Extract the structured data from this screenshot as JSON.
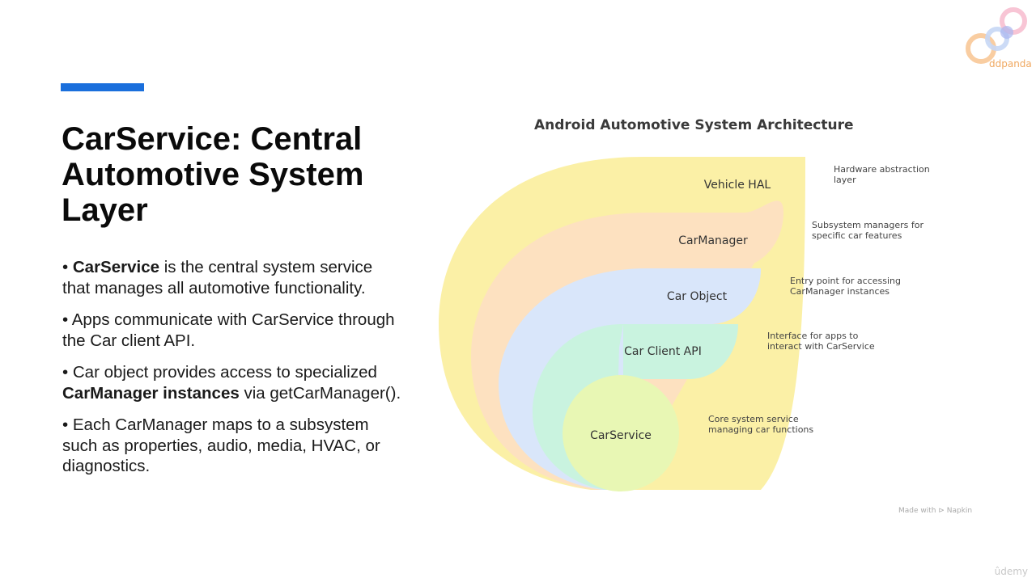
{
  "slide": {
    "title": "CarService: Central Automotive System Layer",
    "bullets": [
      {
        "prefix": "• ",
        "bold": "CarService",
        "rest": " is the central system service that manages all automotive functionality."
      },
      {
        "prefix": "• ",
        "text": "Apps communicate with CarService through the Car client API."
      },
      {
        "prefix": "• ",
        "before": "Car object provides access to specialized ",
        "bold": "CarManager instances",
        "after": " via getCarManager()."
      },
      {
        "prefix": "• ",
        "text": "Each CarManager maps to a subsystem such as properties, audio, media, HVAC, or diagnostics."
      }
    ]
  },
  "diagram": {
    "title": "Android Automotive System Architecture",
    "layers": [
      {
        "label": "Vehicle HAL",
        "desc": [
          "Hardware abstraction",
          "layer"
        ],
        "color": "#fbf0a6"
      },
      {
        "label": "CarManager",
        "desc": [
          "Subsystem managers for",
          "specific car features"
        ],
        "color": "#fde1c0"
      },
      {
        "label": "Car Object",
        "desc": [
          "Entry point for accessing",
          "CarManager instances"
        ],
        "color": "#d9e6fa"
      },
      {
        "label": "Car Client API",
        "desc": [
          "Interface for apps to",
          "interact with CarService"
        ],
        "color": "#c9f3df"
      },
      {
        "label": "CarService",
        "desc": [
          "Core system service",
          "managing car functions"
        ],
        "color": "#e8f7b4"
      }
    ],
    "footer": "Made with ⊳ Napkin"
  },
  "branding": {
    "logo_text": "ddpanda",
    "watermark": "ûdemy"
  }
}
